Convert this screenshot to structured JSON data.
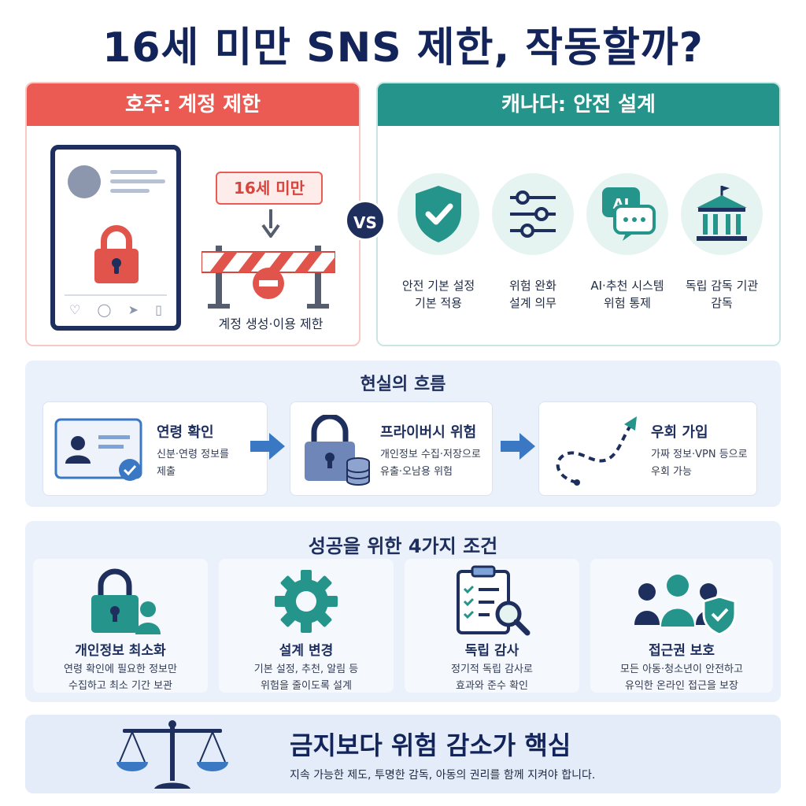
{
  "title": "16세 미만 SNS 제한, 작동할까?",
  "australia": {
    "header": "호주: 계정 제한",
    "age_tag": "16세 미만",
    "caption": "계정 생성·이용 제한"
  },
  "vs_label": "VS",
  "canada": {
    "header": "캐나다: 안전 설계",
    "items": [
      {
        "icon": "shield-check-icon",
        "line1": "안전 기본 설정",
        "line2": "기본 적용"
      },
      {
        "icon": "sliders-icon",
        "line1": "위험 완화",
        "line2": "설계 의무"
      },
      {
        "icon": "ai-chat-icon",
        "line1": "AI·추천 시스템",
        "line2": "위험 통제",
        "badge": "AI"
      },
      {
        "icon": "government-building-icon",
        "line1": "독립 감독 기관",
        "line2": "감독"
      }
    ]
  },
  "flow": {
    "title": "현실의 흐름",
    "steps": [
      {
        "icon": "id-card-icon",
        "title": "연령 확인",
        "line1": "신분·연령 정보를",
        "line2": "제출"
      },
      {
        "icon": "lock-database-icon",
        "title": "프라이버시 위험",
        "line1": "개인정보 수집·저장으로",
        "line2": "유출·오남용 위험"
      },
      {
        "icon": "bypass-arrow-icon",
        "title": "우회 가입",
        "line1": "가짜 정보·VPN 등으로",
        "line2": "우회 가능"
      }
    ]
  },
  "conditions": {
    "title": "성공을 위한 4가지 조건",
    "items": [
      {
        "icon": "lock-user-icon",
        "title": "개인정보 최소화",
        "line1": "연령 확인에 필요한 정보만",
        "line2": "수집하고 최소 기간 보관"
      },
      {
        "icon": "gear-icon",
        "title": "설계 변경",
        "line1": "기본 설정, 추천, 알림 등",
        "line2": "위험을 줄이도록 설계"
      },
      {
        "icon": "clipboard-search-icon",
        "title": "독립 감사",
        "line1": "정기적 독립 감사로",
        "line2": "효과와 준수 확인"
      },
      {
        "icon": "group-shield-icon",
        "title": "접근권 보호",
        "line1": "모든 아동·청소년이 안전하고",
        "line2": "유익한 온라인 접근을 보장"
      }
    ]
  },
  "bottom": {
    "icon": "scale-icon",
    "title": "금지보다 위험 감소가 핵심",
    "desc": "지속 가능한 제도, 투명한 감독, 아동의 권리를 함께 지켜야 합니다."
  },
  "colors": {
    "navy": "#13245a",
    "red": "#ec5b53",
    "teal": "#25958b",
    "blue_arrow": "#3b78c4",
    "panel_bg": "#eaf1fb"
  }
}
